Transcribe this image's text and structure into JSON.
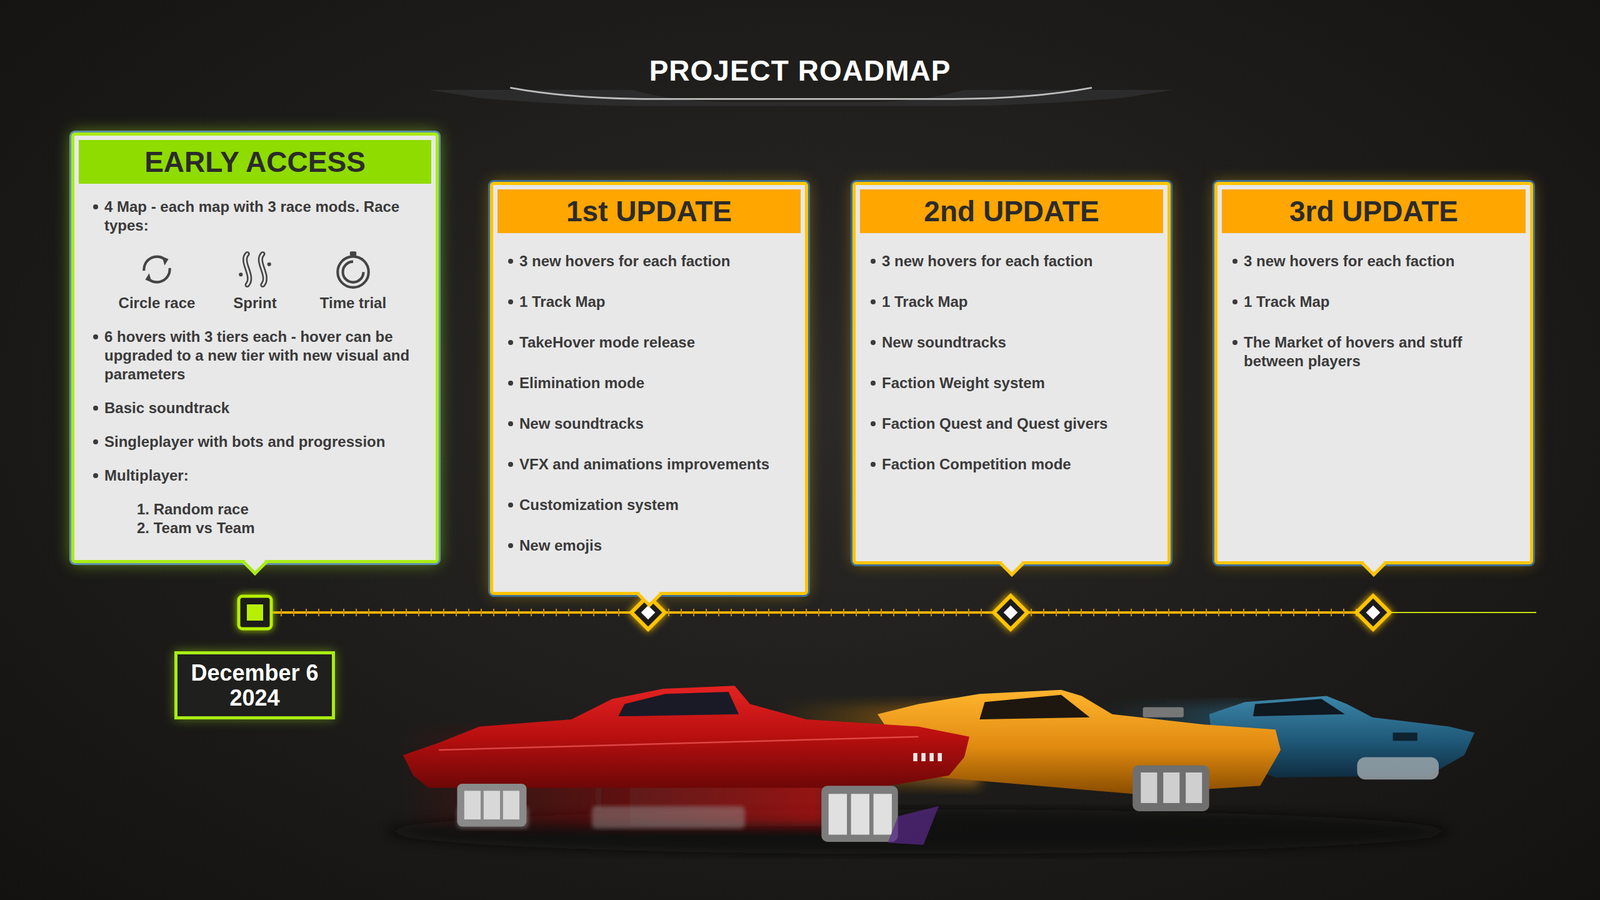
{
  "diagram": {
    "title": "PROJECT ROADMAP",
    "nodes": [
      {
        "text": [
          "EARLY ACCESS",
          "4 Map - each map with 3 race mods. Race types:",
          "Circle race",
          "Sprint",
          "Time trial",
          "6 hovers with 3 tiers each - hover can be upgraded to a new tier with new visual and parameters",
          "Basic soundtrack",
          "Singleplayer with bots and progression",
          "Multiplayer:",
          "1. Random race",
          "2. Team vs Team"
        ]
      },
      {
        "text": [
          "1st UPDATE",
          "3 new hovers for each faction",
          "1 Track Map",
          "TakeHover mode release",
          "Elimination mode",
          "New soundtracks",
          "VFX and animations improvements",
          "Customization system",
          "New emojis"
        ]
      },
      {
        "text": [
          "2nd UPDATE",
          "3 new hovers for each faction",
          "1 Track Map",
          "New soundtracks",
          "Faction Weight system",
          "Faction Quest and Quest givers",
          "Faction Competition mode"
        ]
      },
      {
        "text": [
          "3rd UPDATE",
          "3 new hovers for each faction",
          "1 Track Map",
          "The Market of hovers and stuff between players"
        ]
      },
      {
        "text": [
          "December 6 2024"
        ]
      }
    ]
  }
}
